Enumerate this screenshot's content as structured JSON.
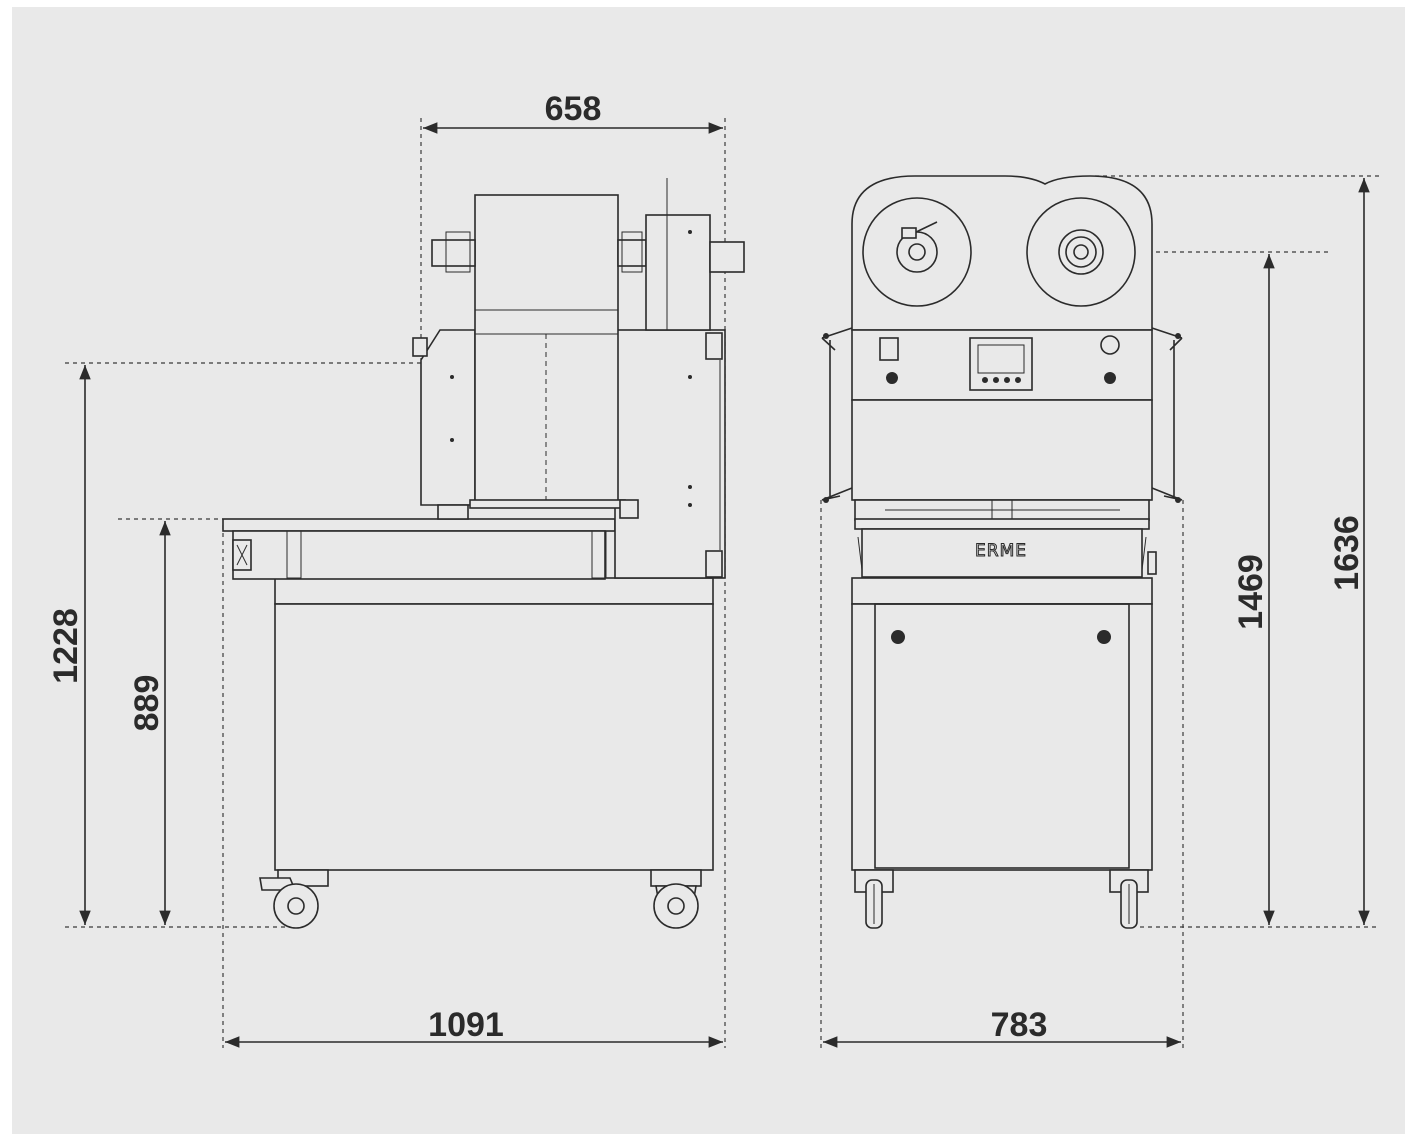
{
  "dimensions": {
    "top_width": "658",
    "height_side": "1228",
    "table_height": "889",
    "length": "1091",
    "width": "783",
    "height_front": "1469",
    "height_total": "1636"
  },
  "brand_logo_text": "ERME",
  "colors": {
    "background": "#e9e9e9",
    "line": "#2b2b2b"
  }
}
